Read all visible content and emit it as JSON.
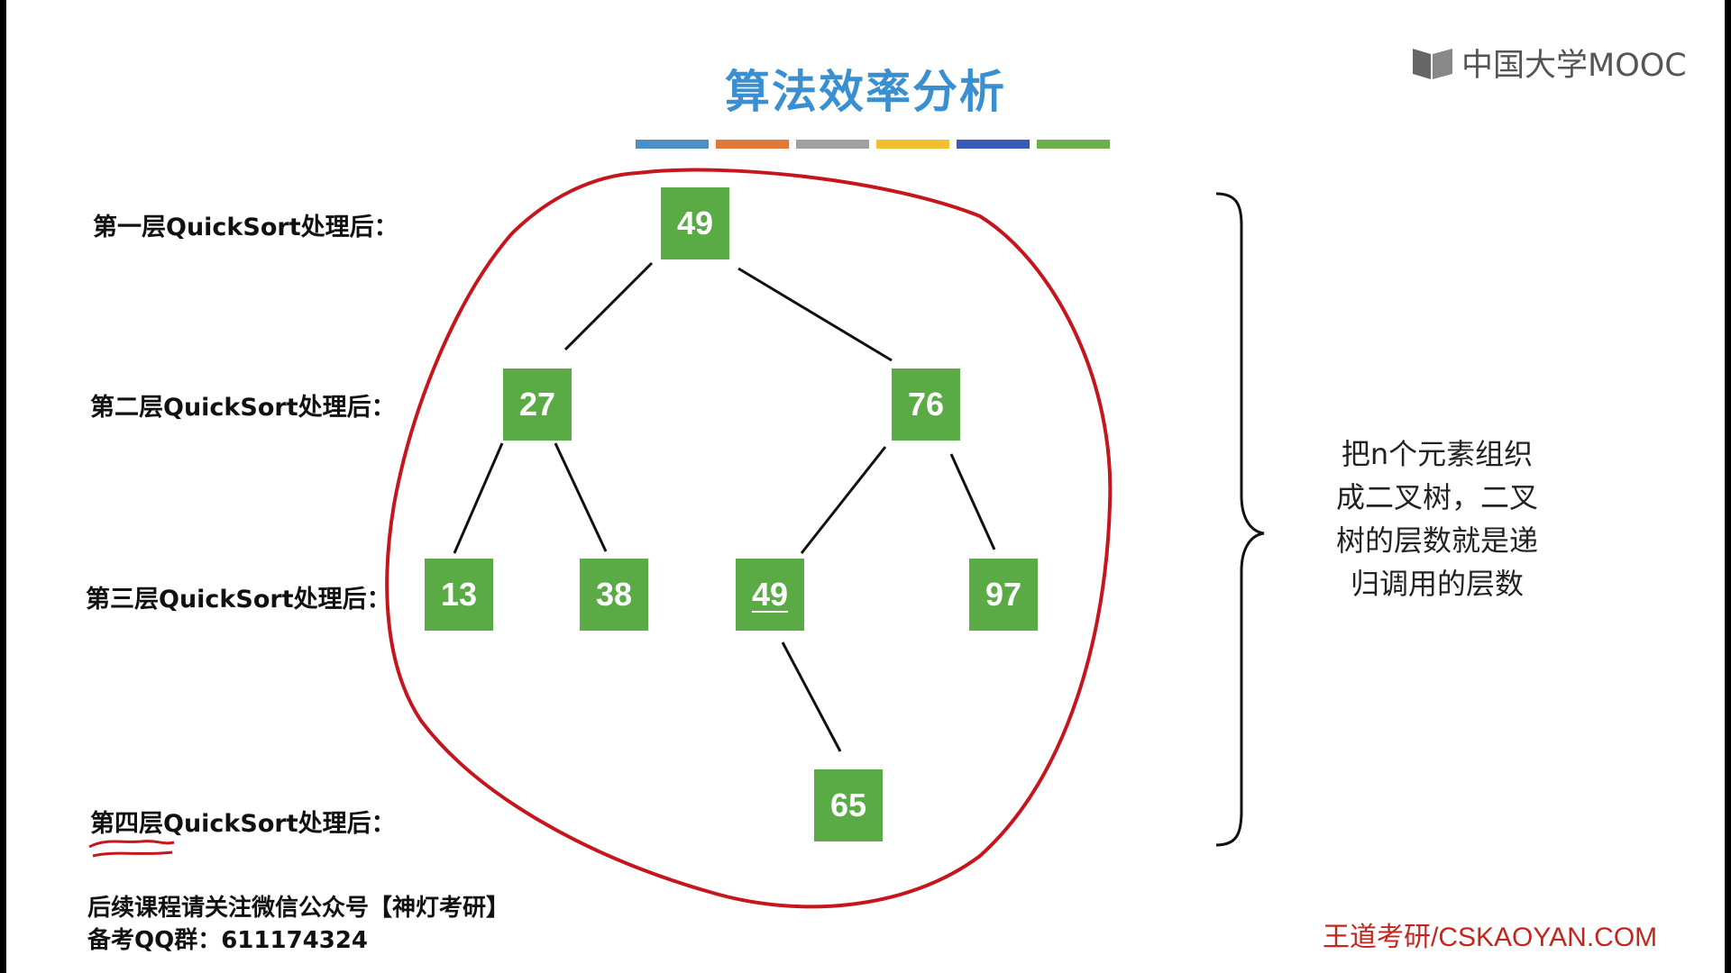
{
  "slide": {
    "title": "算法效率分析",
    "logo_text": "中国大学MOOC",
    "color_bar": [
      "#4a90c8",
      "#e0783a",
      "#a0a0a0",
      "#f0c030",
      "#3a5ab8",
      "#6ab04a"
    ],
    "layer_labels": [
      "第一层QuickSort处理后：",
      "第二层QuickSort处理后：",
      "第三层QuickSort处理后：",
      "第四层QuickSort处理后："
    ],
    "tree_nodes": [
      "49",
      "27",
      "76",
      "13",
      "38",
      "49",
      "97",
      "65"
    ],
    "note_lines": [
      "把n个元素组织",
      "成二叉树，二叉",
      "树的层数就是递",
      "归调用的层数"
    ],
    "footer_left": [
      "后续课程请关注微信公众号【神灯考研】",
      "备考QQ群：611174324"
    ],
    "footer_right": "王道考研/CSKAOYAN.COM",
    "colors": {
      "node": "#5aaa46",
      "title": "#3a8fd0",
      "annotation": "#c4161c"
    }
  }
}
